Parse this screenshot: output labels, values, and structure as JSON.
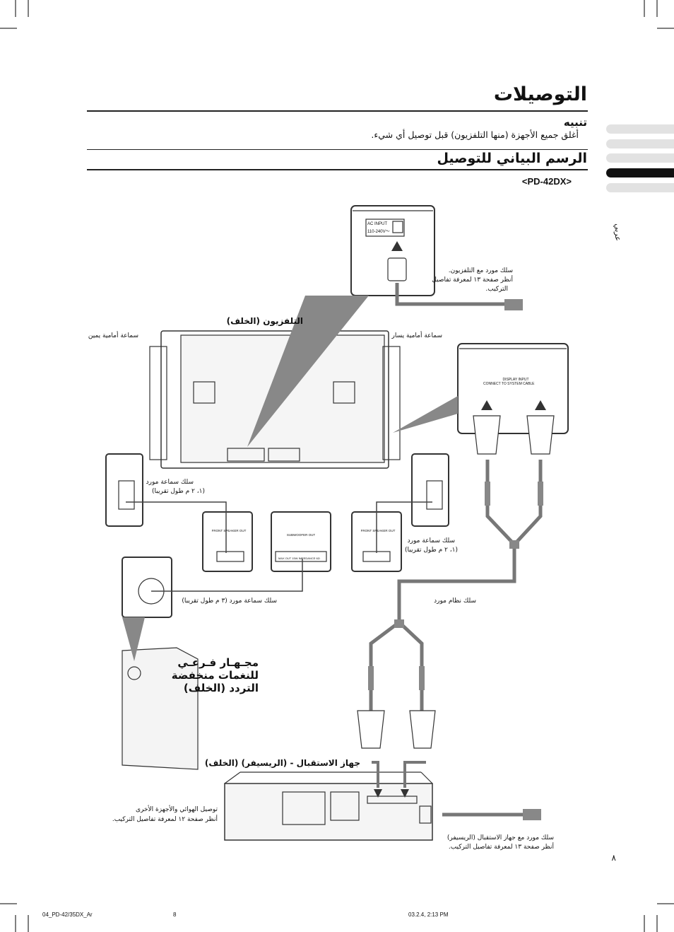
{
  "header": {
    "title": "التوصيلات",
    "caution_heading": "تنبيه",
    "caution_text": "أغلق جميع الأجهزة (منها التلفزيون) قبل توصيل أي شيء.",
    "section_title": "الرسم البياني للتوصيل",
    "model": "<PD-42DX>"
  },
  "side": {
    "tab_label": "عربي",
    "page_number": "٨"
  },
  "labels": {
    "tv": "التلفزيون (الخلف)",
    "left_speaker": "سماعة أمامية يمين",
    "right_speaker": "سماعة أمامية يسار",
    "power_cable_1": "سلك مورد مع التلفزيون.",
    "power_cable_2": "أنظر صفحة ١٣ لمعرفة تفاصيل",
    "power_cable_3": "التركيب.",
    "speaker_cable_left_1": "سلك سماعة مورد",
    "speaker_cable_left_2": "(١، ٢ م طول تقريبا)",
    "speaker_cable_right_1": "سلك سماعة مورد",
    "speaker_cable_right_2": "(١، ٢ م طول تقريبا)",
    "sub_cable": "سلك سماعة مورد (٣ م طول تقريبا)",
    "system_cable": "سلك نظام مورد",
    "subwoofer_1": "مجـهـار فـرعـي",
    "subwoofer_2": "للنغمات منخفضة",
    "subwoofer_3": "التردد (الخلف)",
    "receiver": "جهاز الاستقبال - (الريسيفر) (الخلف)",
    "antenna_1": "توصيل الهوائي والأجهزة الأخرى",
    "antenna_2": "أنظر صفحة ١٢ لمعرفة تفاصيل التركيب.",
    "receiver_power_1": "سلك مورد مع جهاز الاستقبال (الريسيفر)",
    "receiver_power_2": "أنظر صفحة ١٣ لمعرفة تفاصيل التركيب.",
    "ac_input_1": "AC INPUT",
    "ac_input_2": "110-240V～",
    "display_input_1": "DISPLAY INPUT",
    "display_input_2": "CONNECT TO SYSTEM CABLE",
    "front_speaker_out": "FRONT SPEAKER OUT",
    "subwoofer_out": "SUBWOOFER OUT",
    "impedance": "MAX OUT 15W IMPEDANCE 6Ω"
  },
  "footer": {
    "file": "04_PD-42/35DX_Ar",
    "page": "8",
    "date": "03.2.4, 2:13 PM"
  }
}
